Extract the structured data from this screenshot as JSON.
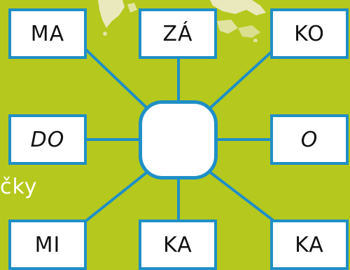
{
  "game": {
    "center_slot_value": "",
    "side_text": "čky",
    "syllables": {
      "top_left": "MA",
      "top_center": "ZÁ",
      "top_right": "KO",
      "mid_left": "DO",
      "mid_right": "O",
      "bottom_left": "MI",
      "bottom_center": "KA",
      "bottom_right": "KA"
    }
  },
  "colors": {
    "background": "#b5c81d",
    "tile_border": "#1f8fc6",
    "connector_line": "#1f8fc6",
    "tile_fill": "#ffffff",
    "side_text": "#ffffff"
  }
}
